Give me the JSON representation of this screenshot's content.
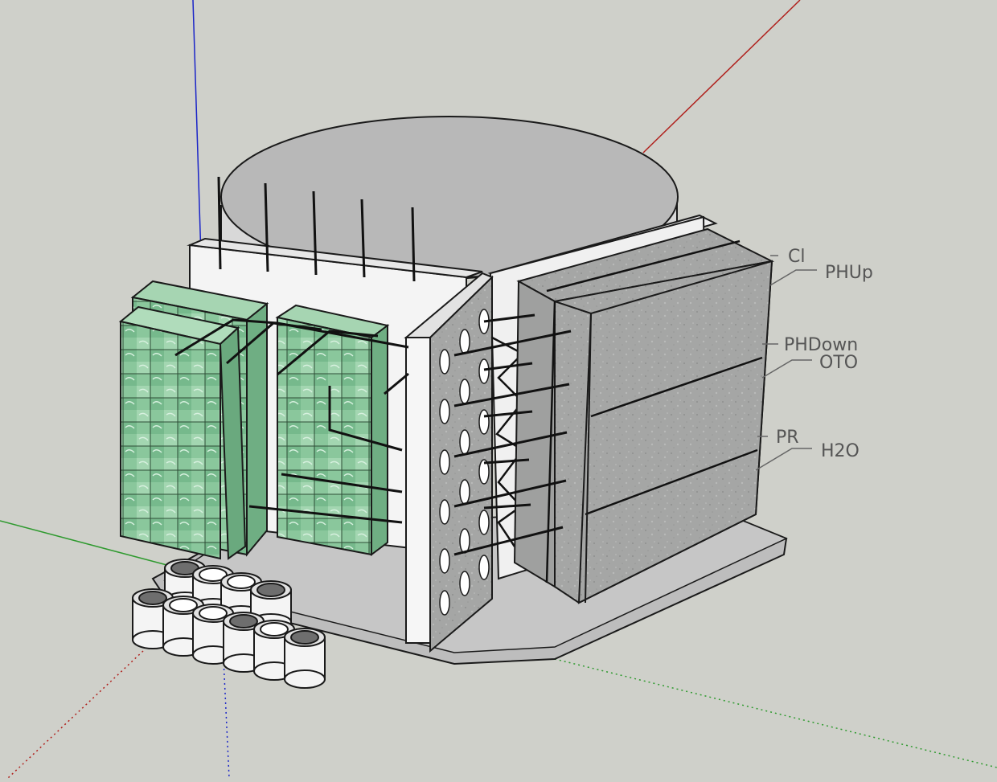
{
  "viewport": {
    "background": "#cfd0ca",
    "axis_colors": {
      "red": "#b0201c",
      "green": "#2f9a2f",
      "blue": "#1a24c8"
    }
  },
  "labels": {
    "cl": "Cl",
    "phup": "PHUp",
    "phdown": "PHDown",
    "oto": "OTO",
    "pr": "PR",
    "h2o": "H2O"
  },
  "materials": {
    "tile_green": "#8fc9a0",
    "concrete_gray": "#a9aaa9",
    "model_white": "#f4f4f4",
    "edge_black": "#1a1a1a"
  }
}
